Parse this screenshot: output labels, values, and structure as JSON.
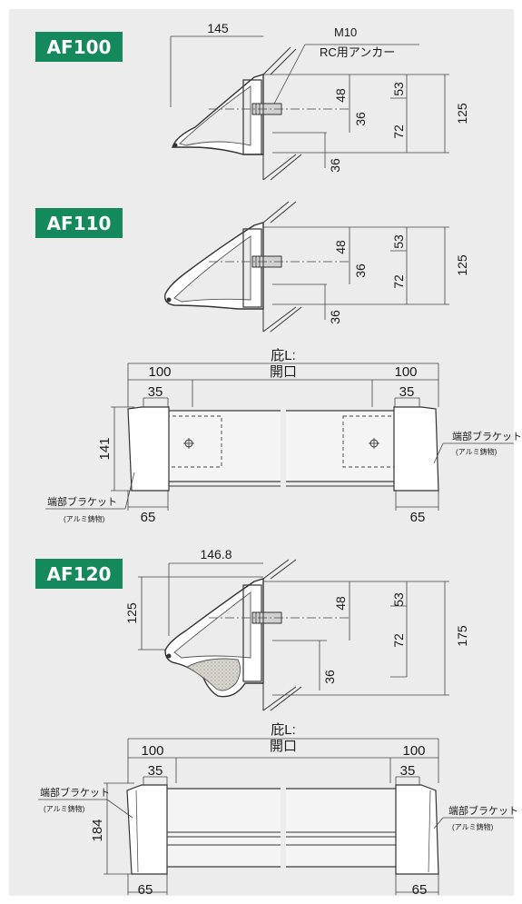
{
  "colors": {
    "badge": "#148a5c",
    "panel": "#ececec",
    "line": "#333333"
  },
  "af100": {
    "label": "AF100",
    "dim_width": "145",
    "anchor": "M10",
    "anchor_sub": "RC用アンカー",
    "d48": "48",
    "d53": "53",
    "d36a": "36",
    "d72": "72",
    "d125": "125",
    "d36b": "36"
  },
  "af110": {
    "label": "AF110",
    "d48": "48",
    "d53": "53",
    "d36a": "36",
    "d72": "72",
    "d125": "125",
    "d36b": "36"
  },
  "front1": {
    "eave": "庇L:",
    "opening": "開口",
    "d100l": "100",
    "d100r": "100",
    "d35l": "35",
    "d35r": "35",
    "d141": "141",
    "d65l": "65",
    "d65r": "65",
    "bracket": "端部ブラケット",
    "bracket_sub": "(アルミ鋳物)"
  },
  "af120": {
    "label": "AF120",
    "dim_width": "146.8",
    "d125": "125",
    "d48": "48",
    "d53": "53",
    "d72": "72",
    "d175": "175",
    "d36": "36"
  },
  "front2": {
    "eave": "庇L:",
    "opening": "開口",
    "d100l": "100",
    "d100r": "100",
    "d35l": "35",
    "d35r": "35",
    "d184": "184",
    "d65l": "65",
    "d65r": "65",
    "bracket": "端部ブラケット",
    "bracket_sub": "(アルミ鋳物)"
  }
}
